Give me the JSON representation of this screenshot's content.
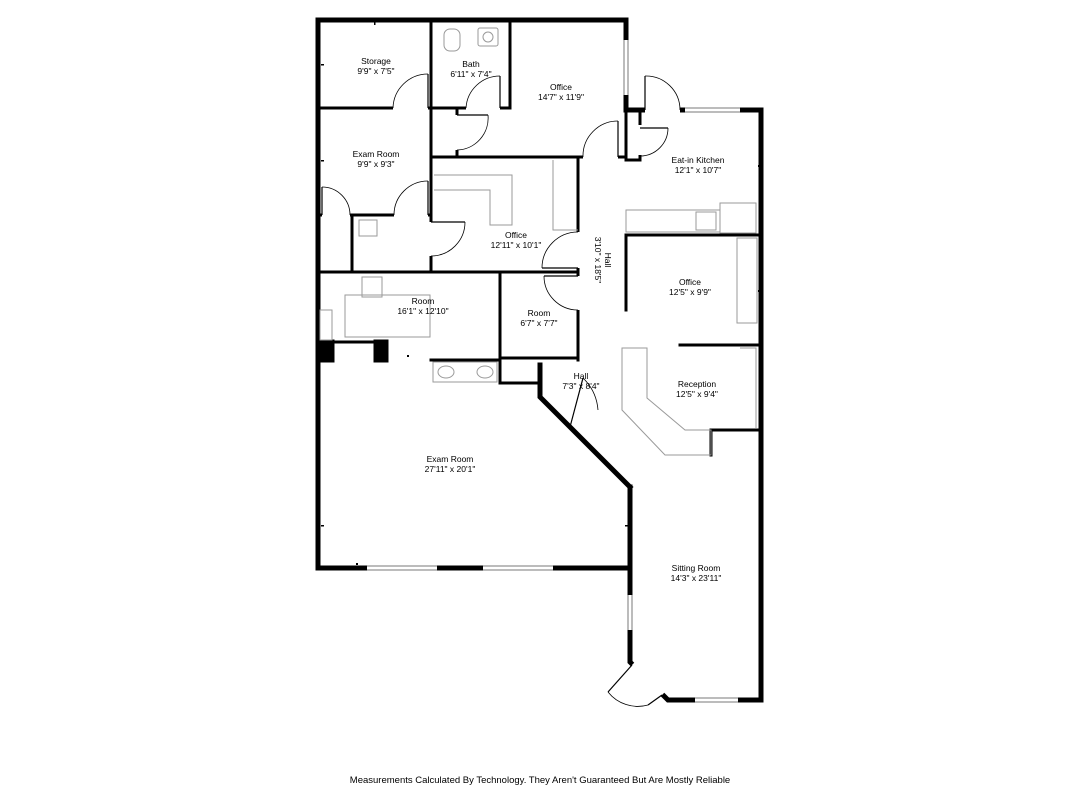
{
  "rooms": [
    {
      "id": "storage",
      "name": "Storage",
      "dims": "9'9\" x 7'5\""
    },
    {
      "id": "bath",
      "name": "Bath",
      "dims": "6'11\" x 7'4\""
    },
    {
      "id": "office-top",
      "name": "Office",
      "dims": "14'7\" x 11'9\""
    },
    {
      "id": "exam-room-small",
      "name": "Exam Room",
      "dims": "9'9\" x 9'3\""
    },
    {
      "id": "eat-in-kitchen",
      "name": "Eat-in Kitchen",
      "dims": "12'1\" x 10'7\""
    },
    {
      "id": "office-center",
      "name": "Office",
      "dims": "12'11\" x 10'1\""
    },
    {
      "id": "hall-vertical",
      "name": "Hall",
      "dims": "3'10\" x 18'5\""
    },
    {
      "id": "office-right",
      "name": "Office",
      "dims": "12'5\" x 9'9\""
    },
    {
      "id": "room-large",
      "name": "Room",
      "dims": "16'1\" x 12'10\""
    },
    {
      "id": "room-small",
      "name": "Room",
      "dims": "6'7\" x 7'7\""
    },
    {
      "id": "hall-small",
      "name": "Hall",
      "dims": "7'3\" x 8'4\""
    },
    {
      "id": "reception",
      "name": "Reception",
      "dims": "12'5\" x 9'4\""
    },
    {
      "id": "exam-room-large",
      "name": "Exam Room",
      "dims": "27'11\" x 20'1\""
    },
    {
      "id": "sitting-room",
      "name": "Sitting Room",
      "dims": "14'3\" x 23'11\""
    }
  ],
  "disclaimer": "Measurements Calculated By Technology. They Aren't Guaranteed But Are Mostly Reliable"
}
